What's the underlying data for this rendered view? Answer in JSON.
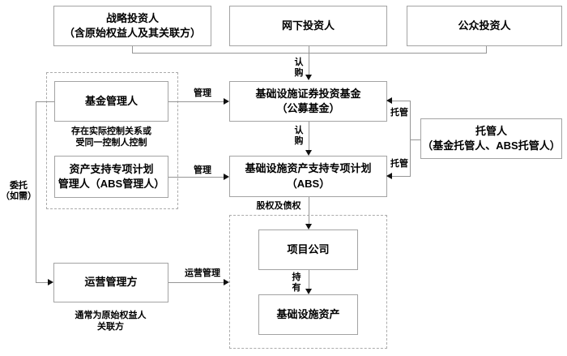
{
  "colors": {
    "background": "#ffffff",
    "box_border": "#a3a3a3",
    "dashed_border": "#ababab",
    "line": "#969696",
    "arrowhead": "#111111",
    "text": "#000000"
  },
  "nodes": {
    "strategic_investor": {
      "label": "战略投资人\n（含原始权益人及其关联方）"
    },
    "offline_investor": {
      "label": "网下投资人"
    },
    "public_investor": {
      "label": "公众投资人"
    },
    "fund_manager": {
      "label": "基金管理人"
    },
    "public_fund": {
      "label": "基础设施证券投资基金\n（公募基金）"
    },
    "abs_manager": {
      "label": "资产支持专项计划\n管理人（ABS管理人）"
    },
    "abs_plan": {
      "label": "基础设施资产支持专项计划\n（ABS）"
    },
    "custodian": {
      "label": "托管人\n（基金托管人、ABS托管人）"
    },
    "operation_manager": {
      "label": "运营管理方"
    },
    "project_company": {
      "label": "项目公司"
    },
    "infrastructure_asset": {
      "label": "基础设施资产"
    }
  },
  "edges": {
    "subscribe_top": {
      "label": "认\n购"
    },
    "subscribe_mid": {
      "label": "认\n购"
    },
    "manage_fund": {
      "label": "管理"
    },
    "manage_abs": {
      "label": "管理"
    },
    "custody_fund": {
      "label": "托管"
    },
    "custody_abs": {
      "label": "托管"
    },
    "entrust": {
      "label": "委托\n（如需）"
    },
    "operate": {
      "label": "运营管理"
    },
    "equity_debt": {
      "label": "股权及债权"
    },
    "hold": {
      "label": "持\n有"
    }
  },
  "annotations": {
    "control_relation": {
      "label": "存在实际控制关系或\n受同一控制人控制"
    },
    "operator_note": {
      "label": "通常为原始权益人\n关联方"
    }
  }
}
